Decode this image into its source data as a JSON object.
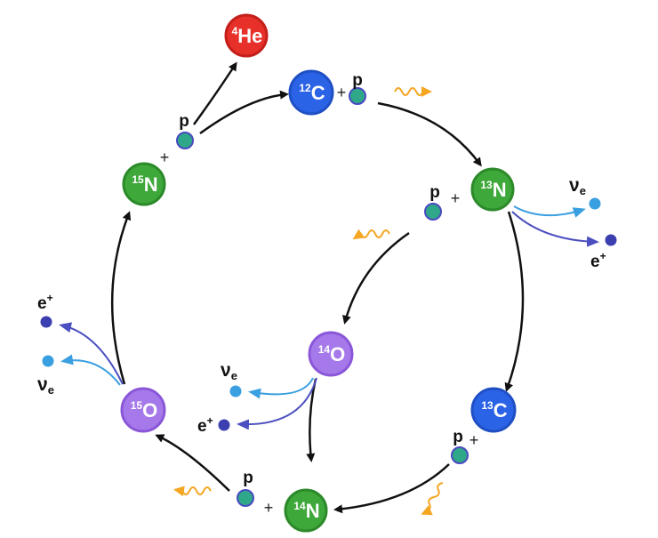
{
  "title": "CNO cycle",
  "colors": {
    "carbon": "#2b63e6",
    "carbon_stroke": "#1f4fc4",
    "nitrogen": "#3ea83a",
    "nitrogen_stroke": "#2d8a2a",
    "oxygen": "#a679ea",
    "oxygen_stroke": "#8a57d8",
    "helium": "#e8302a",
    "helium_stroke": "#c41f1a",
    "proton": "#2fa889",
    "proton_stroke": "#4a4ac0",
    "neutrino": "#3a9fe0",
    "positron": "#3b3fb0",
    "gamma": "#f5a623",
    "arrow": "#111111"
  },
  "nuclei": {
    "he4": {
      "mass": "4",
      "symbol": "He",
      "element": "helium"
    },
    "c12": {
      "mass": "12",
      "symbol": "C",
      "element": "carbon"
    },
    "n13": {
      "mass": "13",
      "symbol": "N",
      "element": "nitrogen"
    },
    "c13": {
      "mass": "13",
      "symbol": "C",
      "element": "carbon"
    },
    "n14": {
      "mass": "14",
      "symbol": "N",
      "element": "nitrogen"
    },
    "o14": {
      "mass": "14",
      "symbol": "O",
      "element": "oxygen"
    },
    "o15": {
      "mass": "15",
      "symbol": "O",
      "element": "oxygen"
    },
    "n15": {
      "mass": "15",
      "symbol": "N",
      "element": "nitrogen"
    }
  },
  "labels": {
    "proton": "p",
    "plus": "+",
    "neutrino_symbol": "ν",
    "neutrino_sub": "e",
    "positron_symbol": "e",
    "positron_sup": "+"
  }
}
